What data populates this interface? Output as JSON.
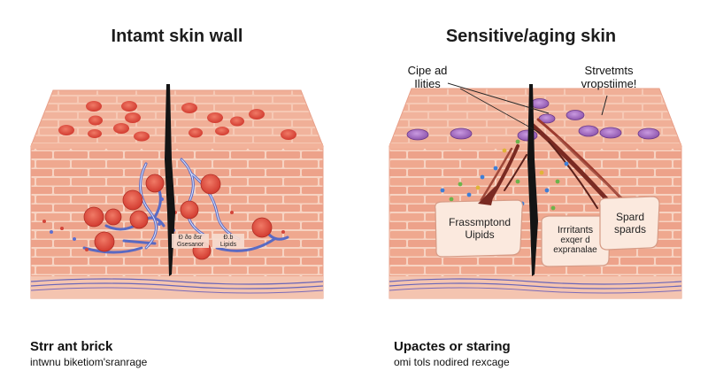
{
  "left_panel": {
    "title": "Intamt skin wall",
    "crack_label_line1": "Ð ðo ðsr",
    "crack_label_line2": "Gsesanor",
    "crack_label_right_line1": "Ð.b",
    "crack_label_right_line2": "Lipids",
    "caption_main": "Strr ant brick",
    "caption_sub": "intwnu biketiom'sranrage"
  },
  "right_panel": {
    "title": "Sensitive/aging skin",
    "callout_left_line1": "Cipe ad",
    "callout_left_line2": "Ilities",
    "callout_right_line1": "Strvetmts",
    "callout_right_line2": "vropstiime!",
    "box_left_line1": "Frassmptond",
    "box_left_line2": "Uipids",
    "box_mid_line1": "Irrritants",
    "box_mid_line2": "exqer d",
    "box_mid_line3": "expranalae",
    "box_right": "Spard spards",
    "caption_main": "Upactes or staring",
    "caption_sub": "omi tols nodired rexcage"
  },
  "colors": {
    "skin_top": "#f1ad96",
    "brick": "#efa88f",
    "mortar": "#f7d3c2",
    "red_cell": "#e0453a",
    "purple_cell": "#a56bc0",
    "fiber_blue": "#4a63c8",
    "crack": "#141414"
  }
}
